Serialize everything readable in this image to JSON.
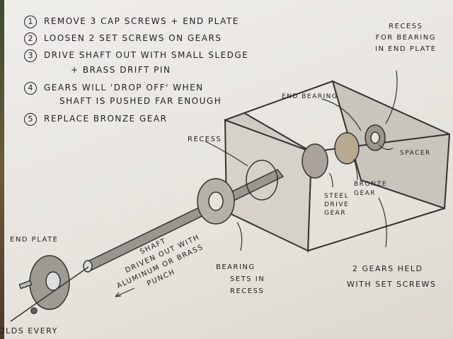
{
  "steps": [
    {
      "num": "1",
      "text": "Remove 3 cap screws + end plate"
    },
    {
      "num": "2",
      "text": "Loosen 2 set screws on gears"
    },
    {
      "num": "3",
      "text": "Drive shaft out with small sledge",
      "cont": "+ brass drift pin"
    },
    {
      "num": "4",
      "text": "Gears will 'drop off' when",
      "cont": "shaft is pushed far enough"
    },
    {
      "num": "5",
      "text": "Replace bronze gear"
    }
  ],
  "labels": {
    "recess_bearing": [
      "Recess",
      "for bearing",
      "in end plate"
    ],
    "end_bearing": "End bearing",
    "spacer": "Spacer",
    "bronze_gear": [
      "Bronze",
      "gear"
    ],
    "steel_gear": [
      "Steel",
      "drive",
      "gear"
    ],
    "recess": "Recess",
    "end_plate": "End plate",
    "shaft": [
      "Shaft",
      "driven out with",
      "aluminum or brass",
      "punch"
    ],
    "bearing": [
      "Bearing",
      "sets in",
      "recess"
    ],
    "gears_held": [
      "2 gears held",
      "with set screws"
    ],
    "cut_off": "olds every"
  }
}
